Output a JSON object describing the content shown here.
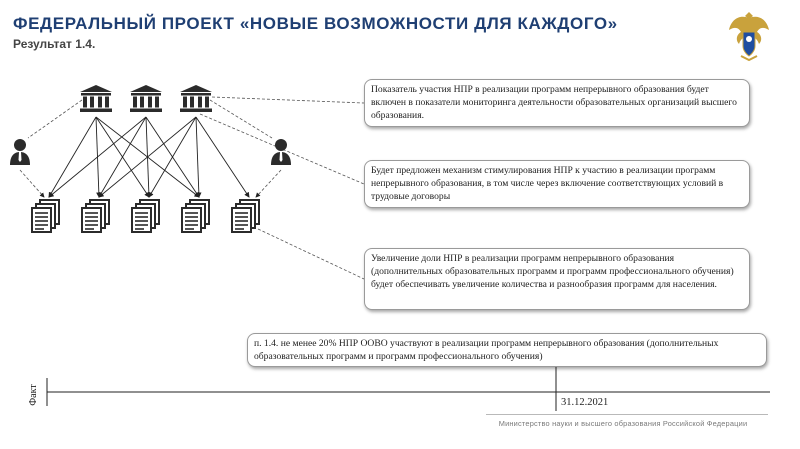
{
  "header": {
    "title": "ФЕДЕРАЛЬНЫЙ ПРОЕКТ «НОВЫЕ ВОЗМОЖНОСТИ ДЛЯ КАЖДОГО»",
    "subtitle": "Результат 1.4."
  },
  "boxes": [
    {
      "text": "Показатель участия НПР в реализации программ непрерывного образования будет включен в показатели мониторинга деятельности образовательных организаций высшего образования."
    },
    {
      "text": "Будет предложен механизм стимулирования НПР к участию в реализации программ непрерывного образования, в том числе через включение соответствующих условий в трудовые договоры"
    },
    {
      "text": "Увеличение доли НПР в реализации программ непрерывного образования (дополнительных образовательных программ и программ профессионального обучения) будет обеспечивать увеличение количества и разнообразия программ для населения."
    }
  ],
  "result_box": {
    "text": "п. 1.4. не менее 20% НПР ООВО участвуют в реализации программ непрерывного образования (дополнительных образовательных программ и программ профессионального обучения)"
  },
  "timeline": {
    "axis_label": "Факт",
    "date": "31.12.2021"
  },
  "footer": {
    "ministry": "Министерство науки и высшего образования Российской Федерации"
  },
  "icons": {
    "institution": "institution-icon",
    "person": "person-icon",
    "document": "document-stack-icon",
    "emblem": "coat-of-arms-icon"
  },
  "colors": {
    "title": "#1f3f73",
    "icon": "#2b2b2b",
    "emblem_gold": "#c9a23c",
    "emblem_blue": "#1f4ea1"
  }
}
